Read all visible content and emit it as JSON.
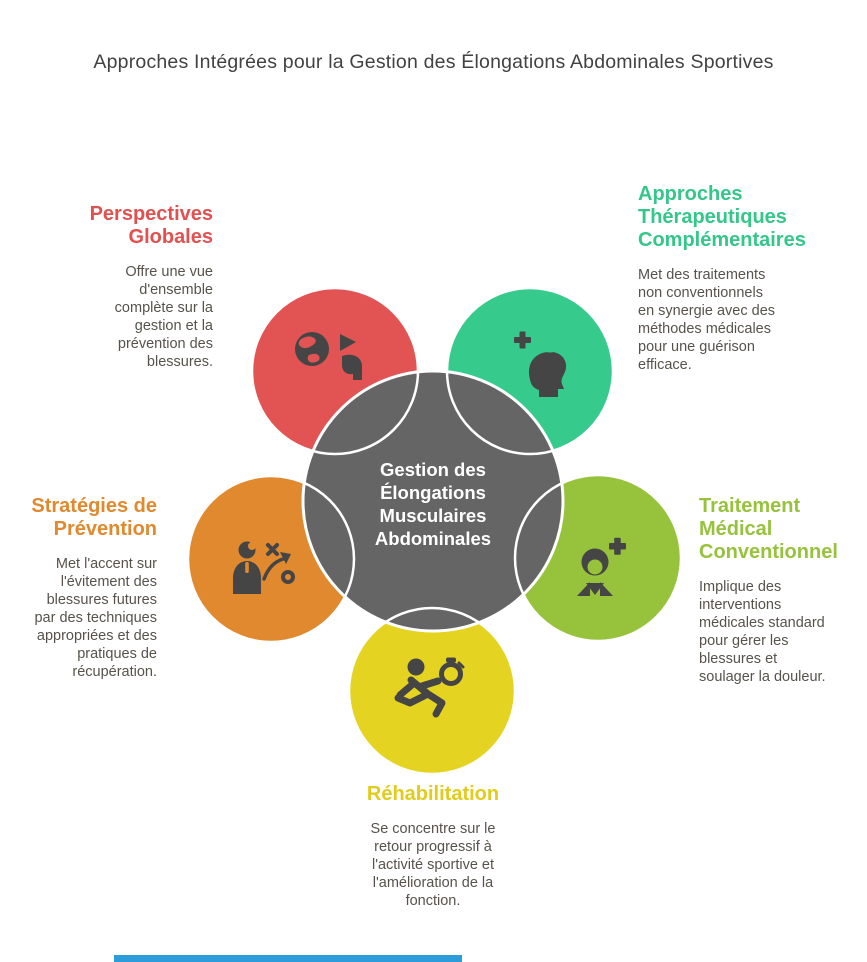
{
  "title": "Approches Intégrées pour la Gestion des Élongations Abdominales Sportives",
  "center": {
    "lines": [
      "Gestion des",
      "Élongations",
      "Musculaires",
      "Abdominales"
    ]
  },
  "colors": {
    "red": "#E25353",
    "green": "#36CB8C",
    "orange": "#E0892F",
    "lime": "#96C23C",
    "yellow": "#E5D322",
    "center": "#656565",
    "icon": "#454545",
    "outline": "#FFFFFF",
    "footer_bar": "#2D9CDB"
  },
  "sections": {
    "perspectives": {
      "icon": "globe-perspective-icon",
      "title_lines": [
        "Perspectives",
        "Globales"
      ],
      "desc_lines": [
        "Offre une vue",
        "d'ensemble",
        "complète sur la",
        "gestion et la",
        "prévention des",
        "blessures."
      ]
    },
    "therapeutiques": {
      "icon": "therapy-head-plus-icon",
      "title_lines": [
        "Approches",
        "Thérapeutiques",
        "Complémentaires"
      ],
      "desc_lines": [
        "Met des traitements",
        "non conventionnels",
        "en synergie avec des",
        "méthodes médicales",
        "pour une guérison",
        "efficace."
      ]
    },
    "prevention": {
      "icon": "strategy-person-icon",
      "title_lines": [
        "Stratégies de",
        "Prévention"
      ],
      "desc_lines": [
        "Met l'accent sur",
        "l'évitement des",
        "blessures futures",
        "par des techniques",
        "appropriées et des",
        "pratiques de",
        "récupération."
      ]
    },
    "traitement": {
      "icon": "medical-female-plus-icon",
      "title_lines": [
        "Traitement",
        "Médical",
        "Conventionnel"
      ],
      "desc_lines": [
        "Implique des",
        "interventions",
        "médicales standard",
        "pour gérer les",
        "blessures et",
        "soulager la douleur."
      ]
    },
    "rehabilitation": {
      "icon": "runner-stopwatch-icon",
      "title_lines": [
        "Réhabilitation"
      ],
      "desc_lines": [
        "Se concentre sur le",
        "retour progressif à",
        "l'activité sportive et",
        "l'amélioration de la",
        "fonction."
      ]
    }
  }
}
